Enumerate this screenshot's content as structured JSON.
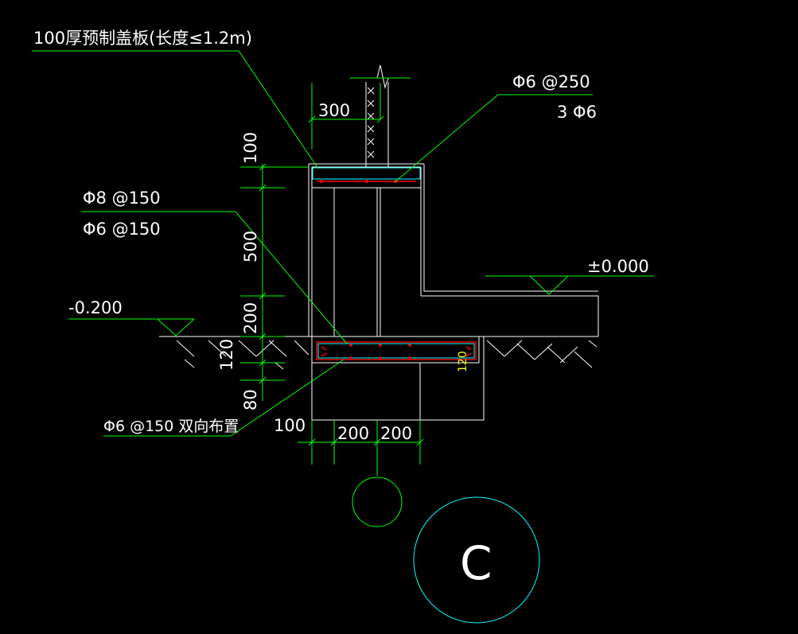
{
  "labels": {
    "cover_plate": "100厚预制盖板(长度≤1.2m)",
    "top_rebar_spacing": "Φ6 @250",
    "top_rebar_count": "3 Φ6",
    "wall_rebar_main": "Φ8 @150",
    "wall_rebar_dist": "Φ6 @150",
    "base_rebar": "Φ6 @150 双向布置",
    "elev_floor": "±0.000",
    "elev_ground": "-0.200",
    "axis_label": "C"
  },
  "dimensions": {
    "wall_top_width": "300",
    "dim_100_top": "100",
    "dim_500": "500",
    "dim_200_left": "200",
    "dim_120_left": "120",
    "dim_80": "80",
    "dim_100_bottom": "100",
    "dim_200_a": "200",
    "dim_200_b": "200",
    "dim_120_right": "120"
  },
  "colors": {
    "background": "#000000",
    "lines": "#ffffff",
    "leaders": "#00ff00",
    "rebar": "#ff0000",
    "cover": "#00ffff",
    "dim_highlight": "#ffff00"
  }
}
